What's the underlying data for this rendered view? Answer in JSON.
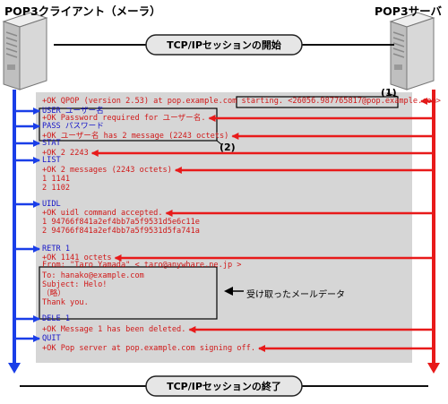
{
  "client": {
    "title": "POP3クライアント（メーラ）"
  },
  "server": {
    "title": "POP3サーバ"
  },
  "session_start": "TCP/IPセッションの開始",
  "session_end": "TCP/IPセッションの終了",
  "annotations": {
    "label1": "(1)",
    "label2": "(2)",
    "received_mail": "受け取ったメールデータ"
  },
  "colors": {
    "client_line": "#1a3ee8",
    "server_line": "#e81a1a",
    "panel": "#d6d6d6",
    "pill": "#e6e6e6"
  },
  "messages": [
    {
      "dir": "s2c",
      "text": "+OK QPOP (version 2.53) at pop.example.com starting.  <26056.987765817@pop.example.com>"
    },
    {
      "dir": "c2s",
      "text": "USER ユーザー名"
    },
    {
      "dir": "s2c",
      "text": "+OK Password required for ユーザー名."
    },
    {
      "dir": "c2s",
      "text": "PASS パスワード"
    },
    {
      "dir": "s2c",
      "text": "+OK ユーザー名 has 2 message (2243 octets)"
    },
    {
      "dir": "c2s",
      "text": "STAT"
    },
    {
      "dir": "s2c",
      "text": "+OK 2 2243"
    },
    {
      "dir": "c2s",
      "text": "LIST"
    },
    {
      "dir": "s2c",
      "text": "+OK 2 messages (2243 octets)"
    },
    {
      "dir": "data",
      "text": "1 1141"
    },
    {
      "dir": "data",
      "text": "2 1102"
    },
    {
      "dir": "c2s",
      "text": "UIDL"
    },
    {
      "dir": "s2c",
      "text": "+OK uidl command accepted."
    },
    {
      "dir": "data",
      "text": "1 94766f841a2ef4bb7a5f9531d5e6c11e"
    },
    {
      "dir": "data",
      "text": "2 94766f841a2ef4bb7a5f9531d5fa741a"
    },
    {
      "dir": "c2s",
      "text": "RETR 1"
    },
    {
      "dir": "s2c",
      "text": "+OK 1141 octets"
    },
    {
      "dir": "data",
      "text": "From:  \"Taro Yamada\" < taro@anywhare.ne.jp >"
    },
    {
      "dir": "data",
      "text": "To: hanako@example.com"
    },
    {
      "dir": "data",
      "text": "Subject: Helo!"
    },
    {
      "dir": "data",
      "text": "（略）"
    },
    {
      "dir": "data",
      "text": "Thank you."
    },
    {
      "dir": "c2s",
      "text": "DELE 1"
    },
    {
      "dir": "s2c",
      "text": "+OK Message 1 has been deleted."
    },
    {
      "dir": "c2s",
      "text": "QUIT"
    },
    {
      "dir": "s2c",
      "text": "+OK Pop server at pop.example.com signing off."
    }
  ]
}
